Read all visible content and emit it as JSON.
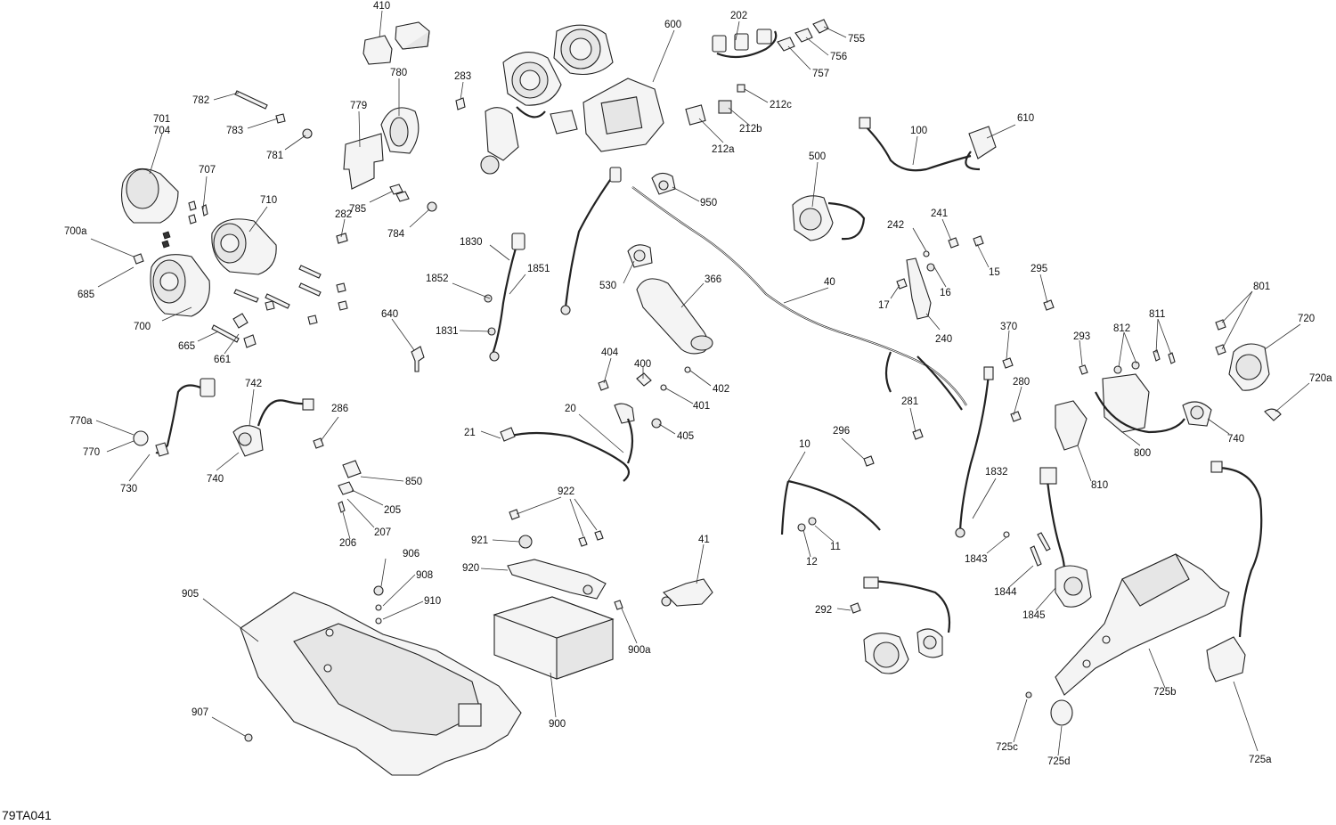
{
  "drawing_code": "79TA041",
  "callouts": {
    "c410": "410",
    "c600": "600",
    "c202": "202",
    "c755": "755",
    "c756": "756",
    "c757": "757",
    "c780": "780",
    "c283": "283",
    "c782": "782",
    "c779": "779",
    "c212c": "212c",
    "c212b": "212b",
    "c212a": "212a",
    "c783": "783",
    "c781": "781",
    "c701": "701",
    "c704": "704",
    "c707": "707",
    "c100": "100",
    "c610": "610",
    "c785": "785",
    "c784": "784",
    "c500": "500",
    "c950": "950",
    "c710": "710",
    "c282": "282",
    "c241": "241",
    "c242": "242",
    "c15": "15",
    "c700a": "700a",
    "c1830": "1830",
    "c1851": "1851",
    "c1852": "1852",
    "c530": "530",
    "c366": "366",
    "c40": "40",
    "c16": "16",
    "c17": "17",
    "c295": "295",
    "c685": "685",
    "c801": "801",
    "c720": "720",
    "c640": "640",
    "c1831": "1831",
    "c700": "700",
    "c370": "370",
    "c240": "240",
    "c665": "665",
    "c661": "661",
    "c811": "811",
    "c812": "812",
    "c293": "293",
    "c404": "404",
    "c400": "400",
    "c402": "402",
    "c401": "401",
    "c405": "405",
    "c280": "280",
    "c720a": "720a",
    "c742": "742",
    "c286": "286",
    "c281": "281",
    "c20": "20",
    "c21": "21",
    "c770a": "770a",
    "c770": "770",
    "c740": "740",
    "c740b": "740",
    "c730": "730",
    "c296": "296",
    "c10": "10",
    "c800": "800",
    "c850": "850",
    "c1832": "1832",
    "c810": "810",
    "c205": "205",
    "c207": "207",
    "c206": "206",
    "c922": "922",
    "c921": "921",
    "c11": "11",
    "c12": "12",
    "c41": "41",
    "c1843": "1843",
    "c906": "906",
    "c908": "908",
    "c920": "920",
    "c1844": "1844",
    "c910": "910",
    "c905": "905",
    "c292": "292",
    "c1845": "1845",
    "c900a": "900a",
    "c725b": "725b",
    "c907": "907",
    "c900": "900",
    "c725c": "725c",
    "c725d": "725d",
    "c725a": "725a"
  }
}
